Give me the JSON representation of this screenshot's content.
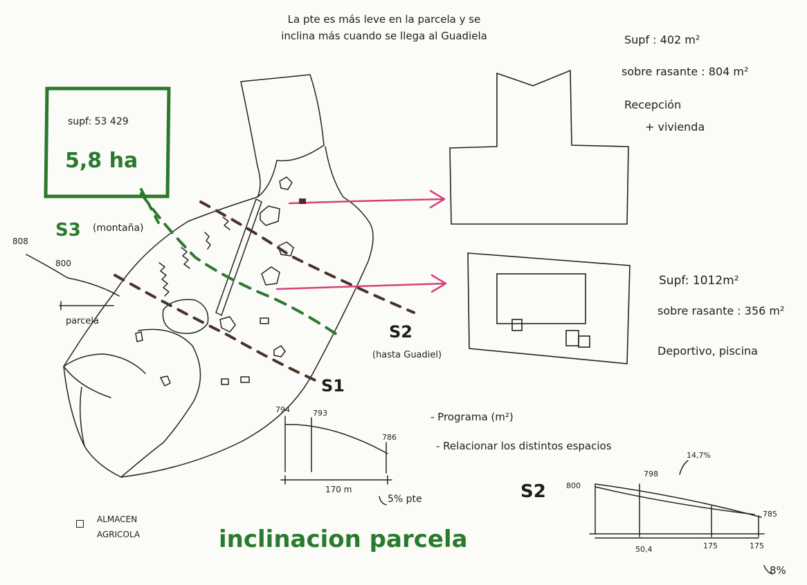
{
  "top_note": "La pte es más leve en la parcela y se inclina más cuando se llega al Guadiela",
  "site_box": {
    "area_text": "supf: 53 429",
    "hectares": "5,8 ha",
    "color": "#2a7a2e"
  },
  "section_s3": {
    "label": "S3",
    "sublabel": "(montaña)",
    "profile": {
      "high": "808",
      "low": "800",
      "caption": "parcela"
    }
  },
  "section_s2": {
    "label": "S2",
    "sublabel": "(hasta Guadiel)"
  },
  "section_s1": {
    "label": "S1"
  },
  "building_1": {
    "area": "Supf : 402 m²",
    "above_ground": "sobre rasante : 804 m²",
    "program_1": "Recepción",
    "program_2": "+ vivienda"
  },
  "building_2": {
    "area": "Supf: 1012m²",
    "above_ground": "sobre rasante : 356 m²",
    "program": "Deportivo, piscina"
  },
  "program_notes": [
    "- Programa (m²)",
    "- Relacionar los distintos espacios"
  ],
  "profile_s1": {
    "h1": "794",
    "h2": "793",
    "h3": "786",
    "length": "170 m",
    "slope": "5% pte"
  },
  "profile_s2": {
    "title": "S2",
    "h_start": "800",
    "h_mid": "798",
    "slope_mid": "14,7%",
    "h_end": "785",
    "x1": "50,4",
    "x2": "175",
    "x3": "175",
    "slope": "8%"
  },
  "legend": {
    "icon": "warehouse-hatch-icon",
    "line1": "ALMACEN",
    "line2": "AGRICOLA"
  },
  "bottom_title": "inclinacion parcela",
  "colors": {
    "green": "#2a7a2e",
    "pink": "#d4407a",
    "dark_dash": "#4a3326",
    "ink": "#1d1d1d"
  }
}
